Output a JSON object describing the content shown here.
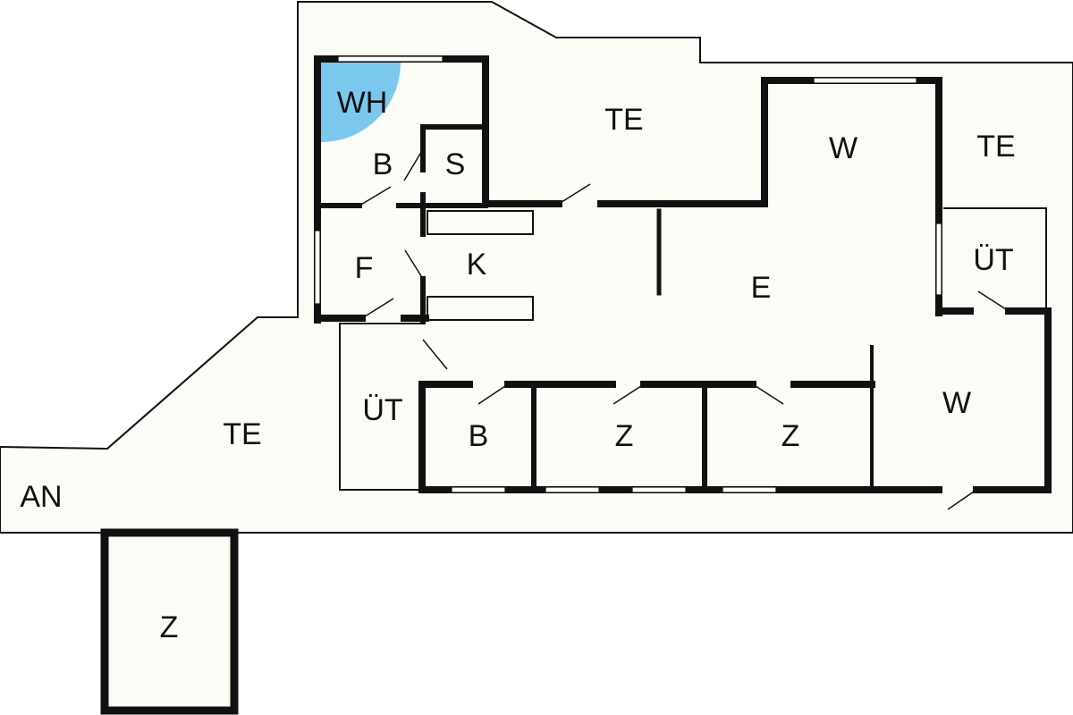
{
  "title": "Floor plan",
  "colors": {
    "background": "#fcfcf6",
    "walls": "#111111",
    "wellness_highlight": "#7ac8ee"
  },
  "rooms": [
    {
      "id": "wh",
      "label": "WH"
    },
    {
      "id": "b1",
      "label": "B"
    },
    {
      "id": "s",
      "label": "S"
    },
    {
      "id": "f",
      "label": "F"
    },
    {
      "id": "k",
      "label": "K"
    },
    {
      "id": "te1",
      "label": "TE"
    },
    {
      "id": "w1",
      "label": "W"
    },
    {
      "id": "te2",
      "label": "TE"
    },
    {
      "id": "e",
      "label": "E"
    },
    {
      "id": "ut1",
      "label": "ÜT"
    },
    {
      "id": "ut2",
      "label": "ÜT"
    },
    {
      "id": "te3",
      "label": "TE"
    },
    {
      "id": "b2",
      "label": "B"
    },
    {
      "id": "z1",
      "label": "Z"
    },
    {
      "id": "z2",
      "label": "Z"
    },
    {
      "id": "w2",
      "label": "W"
    },
    {
      "id": "an",
      "label": "AN"
    },
    {
      "id": "z3",
      "label": "Z"
    }
  ]
}
